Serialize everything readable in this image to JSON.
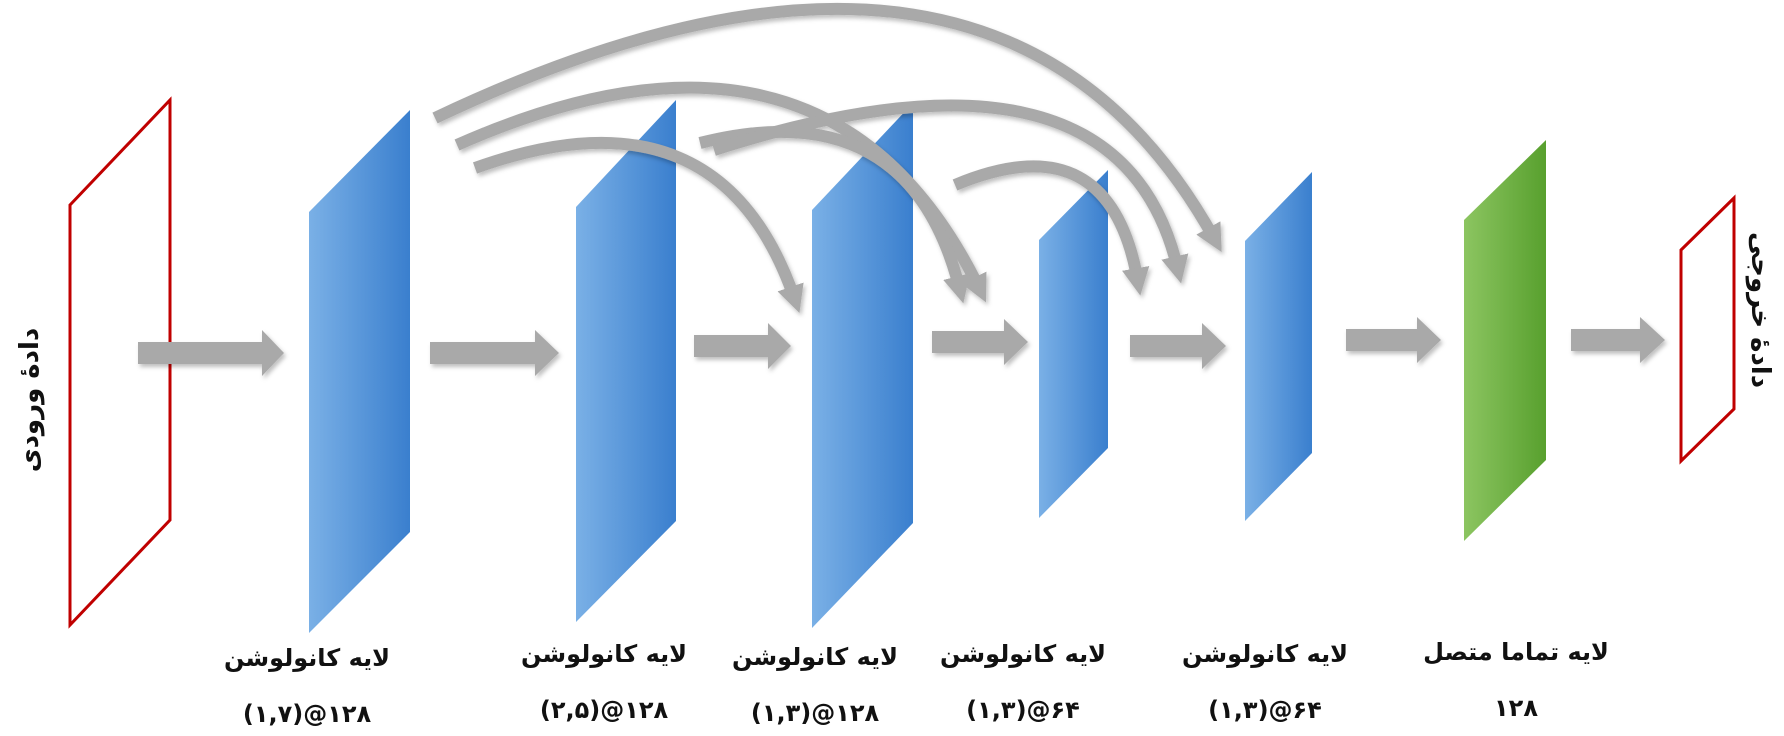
{
  "input_label": "دادهٔ ورودی",
  "output_label": "دادهٔ خروجی",
  "layers": [
    {
      "name": "لایه کانولوشن",
      "dims": "۱۲۸@(۱,۷)",
      "color": "#4A8FD8"
    },
    {
      "name": "لایه کانولوشن",
      "dims": "۱۲۸@(۲,۵)",
      "color": "#4A8FD8"
    },
    {
      "name": "لایه کانولوشن",
      "dims": "۱۲۸@(۱,۳)",
      "color": "#4A8FD8"
    },
    {
      "name": "لایه کانولوشن",
      "dims": "۶۴@(۱,۳)",
      "color": "#4A8FD8"
    },
    {
      "name": "لایه کانولوشن",
      "dims": "۶۴@(۱,۳)",
      "color": "#4A8FD8"
    },
    {
      "name": "لایه تماما متصل",
      "dims": "۱۲۸",
      "color": "#6AAE3E"
    }
  ],
  "colors": {
    "io_border": "#C00000",
    "arrow": "#A6A6A6",
    "conv_light": "#74ABE3",
    "conv_dark": "#3F82CF",
    "fc_light": "#86C35A",
    "fc_dark": "#5CA132"
  }
}
